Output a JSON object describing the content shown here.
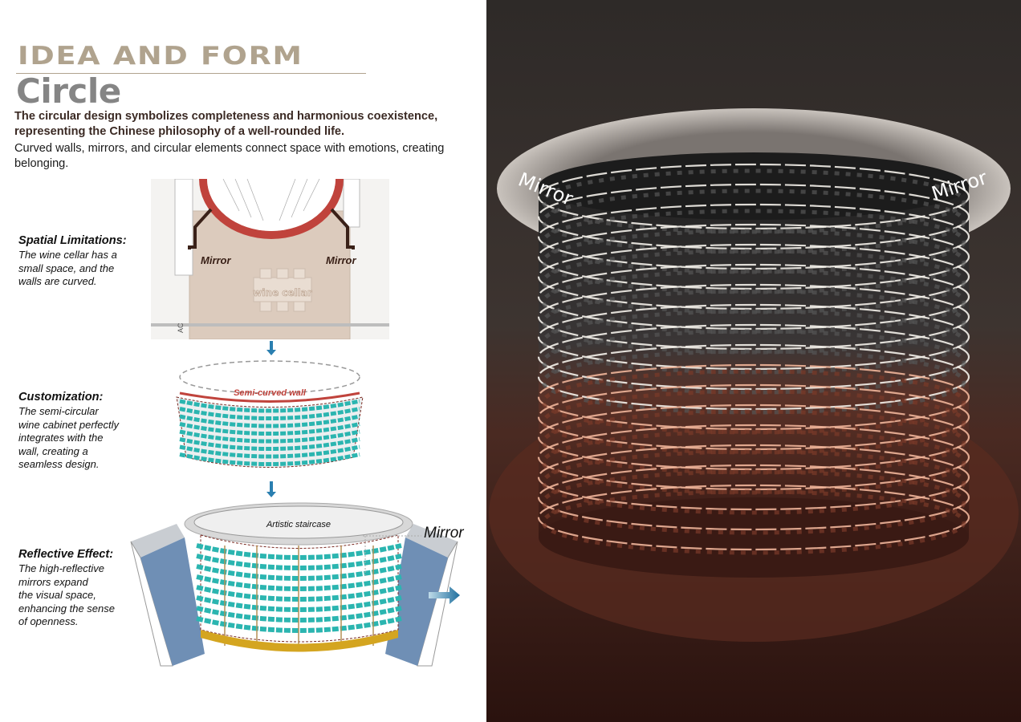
{
  "header": {
    "title": "IDEA AND FORM",
    "subtitle": "Circle"
  },
  "intro": {
    "lead_lines": [
      "The circular design symbolizes completeness and harmonious coexistence,",
      "representing the Chinese philosophy of a well-rounded life."
    ],
    "body_lines": [
      "Curved walls, mirrors, and circular elements connect space with emotions, creating",
      "belonging."
    ]
  },
  "sections": [
    {
      "label": "Spatial Limitations:",
      "lines": [
        "The wine cellar has a",
        "small space, and the",
        "walls are curved."
      ]
    },
    {
      "label": "Customization:",
      "lines": [
        "The semi-circular",
        "wine cabinet perfectly",
        "integrates with the",
        "wall, creating a",
        "seamless design."
      ]
    },
    {
      "label": "Reflective Effect:",
      "lines": [
        "The high-reflective",
        "mirrors expand",
        "the visual space,",
        "enhancing the sense",
        "of openness."
      ]
    }
  ],
  "floorplan": {
    "mirror_left": "Mirror",
    "mirror_right": "Mirror",
    "room_label": "wine cellar",
    "side_label": "AC"
  },
  "cabinet_diagram": {
    "wall_label": "Semi-curved wall"
  },
  "section_diagram": {
    "staircase_label": "Artistic staircase",
    "mirror_label": "Mirror"
  },
  "photo": {
    "mirror_left": "Mirror",
    "mirror_right": "Mirror"
  },
  "colors": {
    "title": "#b0a38e",
    "subtitle": "#858585",
    "teal": "#2bb5b0",
    "red_wall": "#c0433c",
    "mirror_blue": "#6f8fb5",
    "arrow": "#2a7fb0"
  }
}
